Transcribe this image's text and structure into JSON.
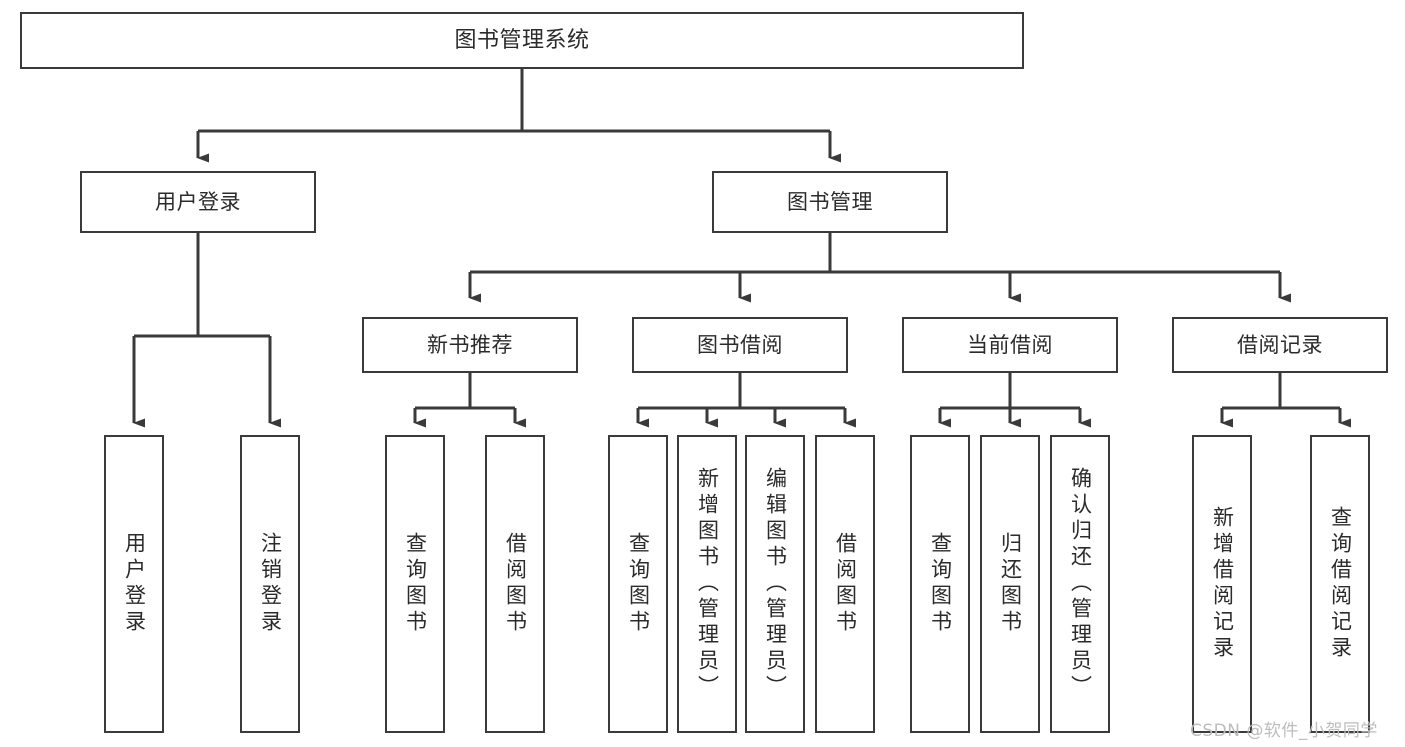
{
  "diagram": {
    "title": "图书管理系统",
    "type": "tree-hierarchy-chart",
    "root": {
      "label": "图书管理系统"
    },
    "level2": [
      {
        "label": "用户登录"
      },
      {
        "label": "图书管理"
      }
    ],
    "level3": [
      {
        "label": "新书推荐"
      },
      {
        "label": "图书借阅"
      },
      {
        "label": "当前借阅"
      },
      {
        "label": "借阅记录"
      }
    ],
    "leaves": [
      {
        "label": "用户登录"
      },
      {
        "label": "注销登录"
      },
      {
        "label": "查询图书"
      },
      {
        "label": "借阅图书"
      },
      {
        "label": "查询图书"
      },
      {
        "label": "新增图书（管理员）"
      },
      {
        "label": "编辑图书（管理员）"
      },
      {
        "label": "借阅图书"
      },
      {
        "label": "查询图书"
      },
      {
        "label": "归还图书"
      },
      {
        "label": "确认归还（管理员）"
      },
      {
        "label": "新增借阅记录"
      },
      {
        "label": "查询借阅记录"
      }
    ]
  },
  "watermark": {
    "text": "CSDN @软件_小贺同学"
  },
  "colors": {
    "stroke": "#3a3a3a",
    "background": "#ffffff",
    "text": "#2b2b2b",
    "watermark": "#bdbdbd"
  }
}
